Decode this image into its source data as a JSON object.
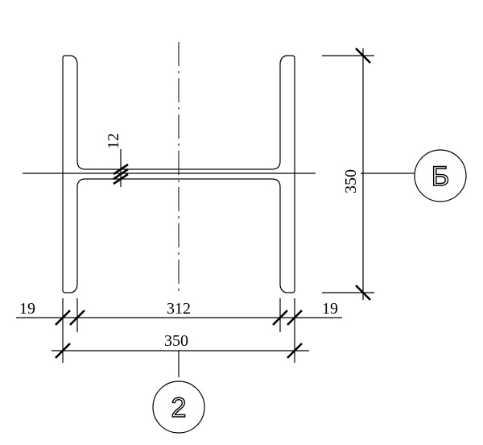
{
  "dimensions": {
    "flange_left": "19",
    "flange_right": "19",
    "web_clear": "312",
    "overall_width": "350",
    "overall_height": "350",
    "web_thickness": "12"
  },
  "axis_tags": {
    "horizontal_axis": "Б",
    "vertical_axis": "2"
  }
}
